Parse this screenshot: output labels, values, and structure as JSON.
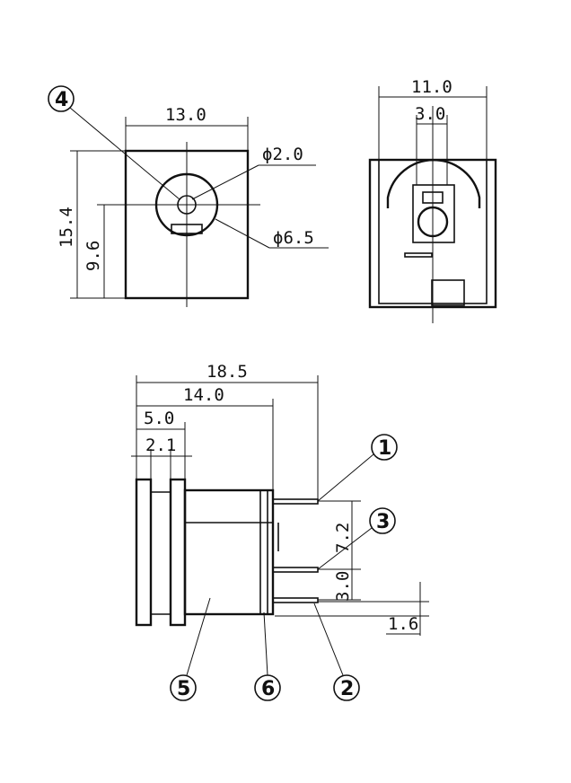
{
  "front_view": {
    "width": "13.0",
    "height": "15.4",
    "center_height": "9.6",
    "pin_diameter": "ϕ2.0",
    "hole_diameter": "ϕ6.5",
    "callout_4": "4"
  },
  "rear_view": {
    "width": "11.0",
    "slot_width": "3.0"
  },
  "side_view": {
    "total_length": "18.5",
    "body_length": "14.0",
    "flange_span": "5.0",
    "flange_gap": "2.1",
    "pin_spacing_upper": "7.2",
    "pin_spacing_lower": "3.0",
    "pin_offset": "1.6",
    "callout_1": "1",
    "callout_2": "2",
    "callout_3": "3",
    "callout_5": "5",
    "callout_6": "6"
  }
}
